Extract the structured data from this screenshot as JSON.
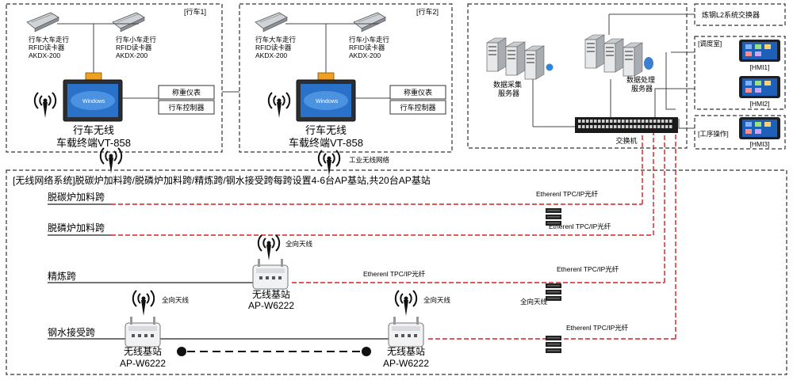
{
  "crane1": {
    "tag": "[行车1]",
    "reader_main": {
      "line1": "行车大车走行",
      "line2": "RFID读卡器",
      "line3": "AKDX-200"
    },
    "reader_small": {
      "line1": "行车小车走行",
      "line2": "RFID读卡器",
      "line3": "AKDX-200"
    },
    "meter": "称重仪表",
    "controller": "行车控制器",
    "terminal_title": "行车无线",
    "terminal_model": "车载终端VT-858"
  },
  "crane2": {
    "tag": "[行车2]",
    "reader_main": {
      "line1": "行车大车走行",
      "line2": "RFID读卡器",
      "line3": "AKDX-200"
    },
    "reader_small": {
      "line1": "行车小车走行",
      "line2": "RFID读卡器",
      "line3": "AKDX-200"
    },
    "meter": "称重仪表",
    "controller": "行车控制器",
    "terminal_title": "行车无线",
    "terminal_model": "车载终端VT-858"
  },
  "industrial_antenna": "工业无线网络",
  "server_room": {
    "collect_server": {
      "line1": "数据采集",
      "line2": "服务器"
    },
    "process_server": {
      "line1": "数据处理",
      "line2": "服务器"
    },
    "switch": "交换机"
  },
  "right_panels": {
    "l2_switch": "炼钢L2系统交换器",
    "dispatch_room": "[调度室]",
    "hmi1": "[HMI1]",
    "hmi2": "[HMI2]",
    "process_op": "[工序操作]",
    "hmi3": "[HMI3]"
  },
  "wireless": {
    "title": "[无线网络系统]脱碳炉加料跨/脱磷炉加料跨/精炼跨/钢水接受跨每跨设置4-6台AP基站,共20台AP基站",
    "lanes": [
      "脱碳炉加料跨",
      "脱磷炉加料跨",
      "精炼跨",
      "钢水接受跨"
    ],
    "fiber_labels": [
      "Etherenl TPC/IP光纤",
      "Etherenl TPC/IP光纤",
      "Etherenl TPC/IP光纤",
      "Etherenl TPC/IP光纤",
      "Etherenl TPC/IP光纤"
    ],
    "omni_antenna": "全向天线",
    "ap_center": {
      "name": "无线基站",
      "model": "AP-W6222"
    },
    "ap_left": {
      "name": "无线基站",
      "model": "AP-W6222"
    },
    "ap_right": {
      "name": "无线基站",
      "model": "AP-W6222"
    }
  }
}
